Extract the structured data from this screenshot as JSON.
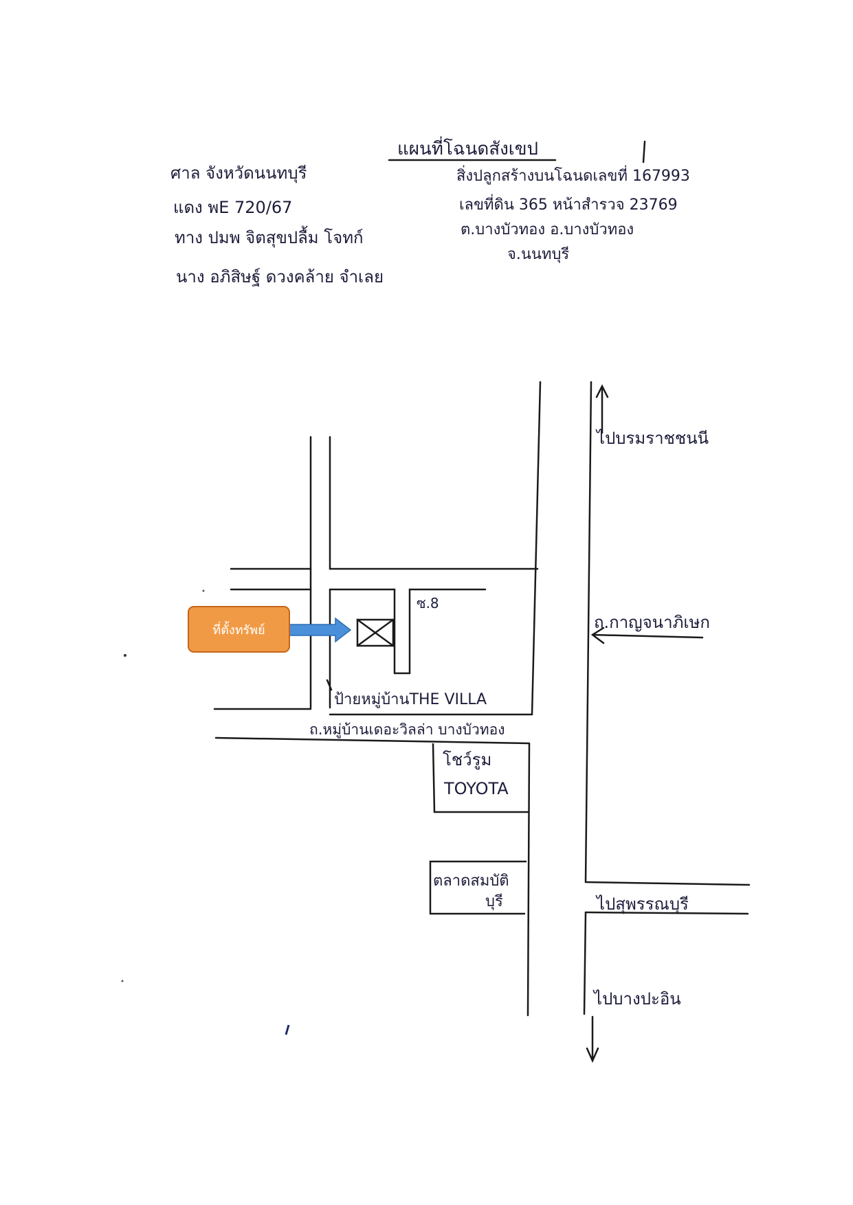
{
  "header": {
    "title": "แผนที่โฉนดสังเขป",
    "court": "ศาล จังหวัดนนทบุรี",
    "case_no": "แดง พE 720/67",
    "plaintiff": "ทาง ปมพ จิตสุขปลื้ม โจทก์",
    "defendant": "นาง อภิสิษฐ์ ดวงคล้าย จำเลย",
    "deed_line1": "สิ่งปลูกสร้างบนโฉนดเลขที่ 167993",
    "deed_line2": "เลขที่ดิน 365 หน้าสำรวจ 23769",
    "deed_line3": "ต.บางบัวทอง อ.บางบัวทอง",
    "deed_line4": "จ.นนทบุรี"
  },
  "map": {
    "property_label": "ที่ตั้งทรัพย์",
    "soi_label": "ซ.8",
    "village_sign": "ป้ายหมู่บ้านTHE VILLA",
    "village_road": "ถ.หมู่บ้านเดอะวิลล่า บางบัวทอง",
    "showroom_line1": "โชว์รูม",
    "showroom_line2": "TOYOTA",
    "market_line1": "ตลาดสมบัติ",
    "market_line2": "บุรี",
    "to_north": "ไปบรมราชชนนี",
    "main_road": "ถ.กาญจนาภิเษก",
    "to_east": "ไปสุพรรณบุรี",
    "to_south": "ไปบางปะอิน"
  },
  "colors": {
    "property_fill": "#f19a45",
    "arrow_fill": "#4a8fd9",
    "ink": "#1c1c3a"
  }
}
